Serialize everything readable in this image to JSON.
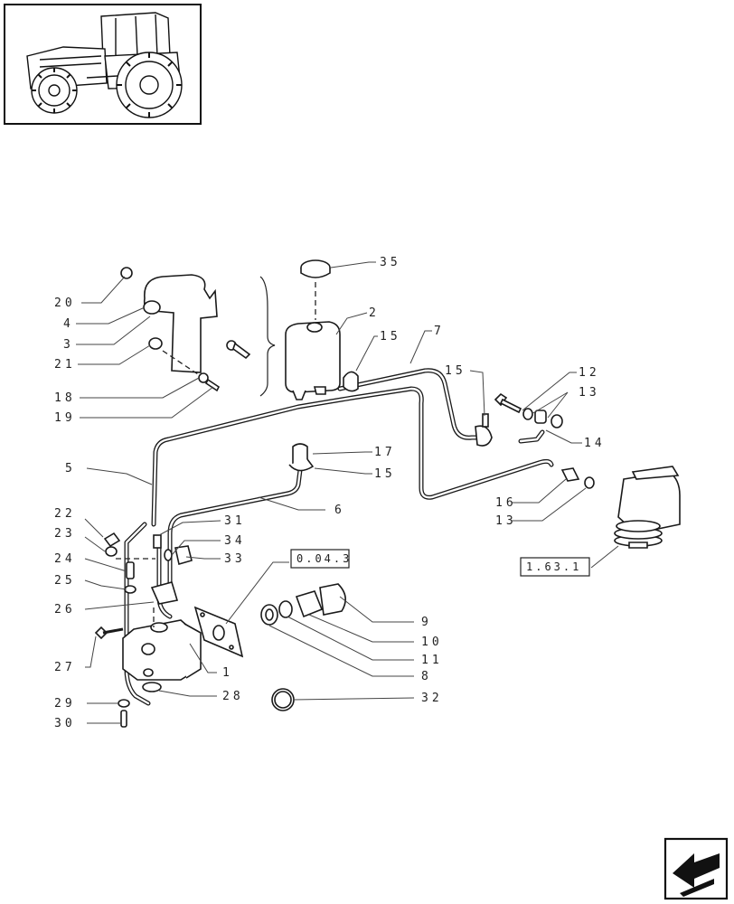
{
  "callouts": [
    "20",
    "4",
    "3",
    "21",
    "18",
    "19",
    "35",
    "2",
    "15",
    "7",
    "15",
    "12",
    "13",
    "14",
    "17",
    "15",
    "5",
    "6",
    "16",
    "13",
    "22",
    "23",
    "24",
    "25",
    "26",
    "27",
    "29",
    "30",
    "31",
    "34",
    "33",
    "1",
    "28",
    "9",
    "10",
    "11",
    "8",
    "32"
  ],
  "refs": [
    "0.04.3",
    "1.63.1"
  ],
  "colors": {
    "line": "#1a1a1a",
    "paper": "#ffffff"
  },
  "icons": {
    "thumbnail": "tractor-icon",
    "nav": "next-page-arrow-icon"
  }
}
